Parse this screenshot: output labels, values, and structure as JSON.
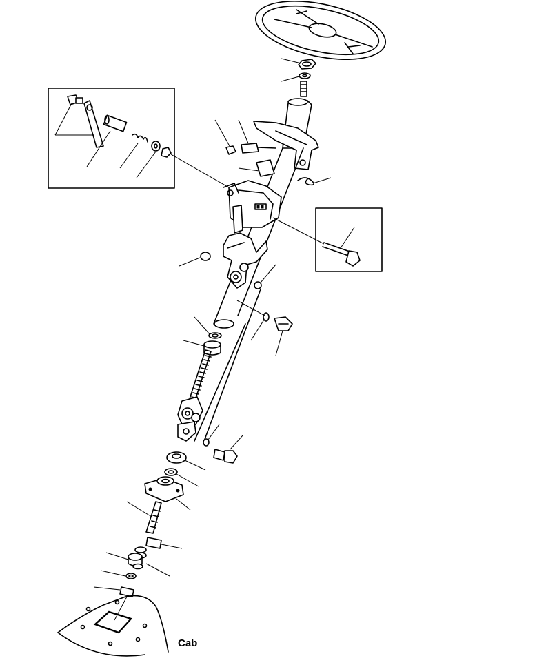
{
  "labels": {
    "cab": "Cab"
  },
  "colors": {
    "ink": "#000000",
    "background": "#ffffff"
  },
  "parts": [
    "steering-wheel",
    "wheel-nut",
    "wheel-washer",
    "column-upper",
    "tilt-bracket",
    "switch-block",
    "switch-connector",
    "cover-plate",
    "clip",
    "detail-box-lever",
    "detail-box-bolt",
    "tilt-lock-housing",
    "tilt-bracket-lower",
    "knob-nut",
    "pin-bolt",
    "grease-fitting",
    "washer-small",
    "spacer-bushing",
    "bushing",
    "column-tube",
    "spline-shaft",
    "universal-joint-upper",
    "universal-joint-lower",
    "washer-lower",
    "hex-bolt",
    "rubber-boot",
    "seal-ring",
    "flange-mount",
    "stub-shaft",
    "clamp-bolt",
    "lock-washer",
    "collar",
    "washer-bottom",
    "cab-floor",
    "floor-opening"
  ]
}
